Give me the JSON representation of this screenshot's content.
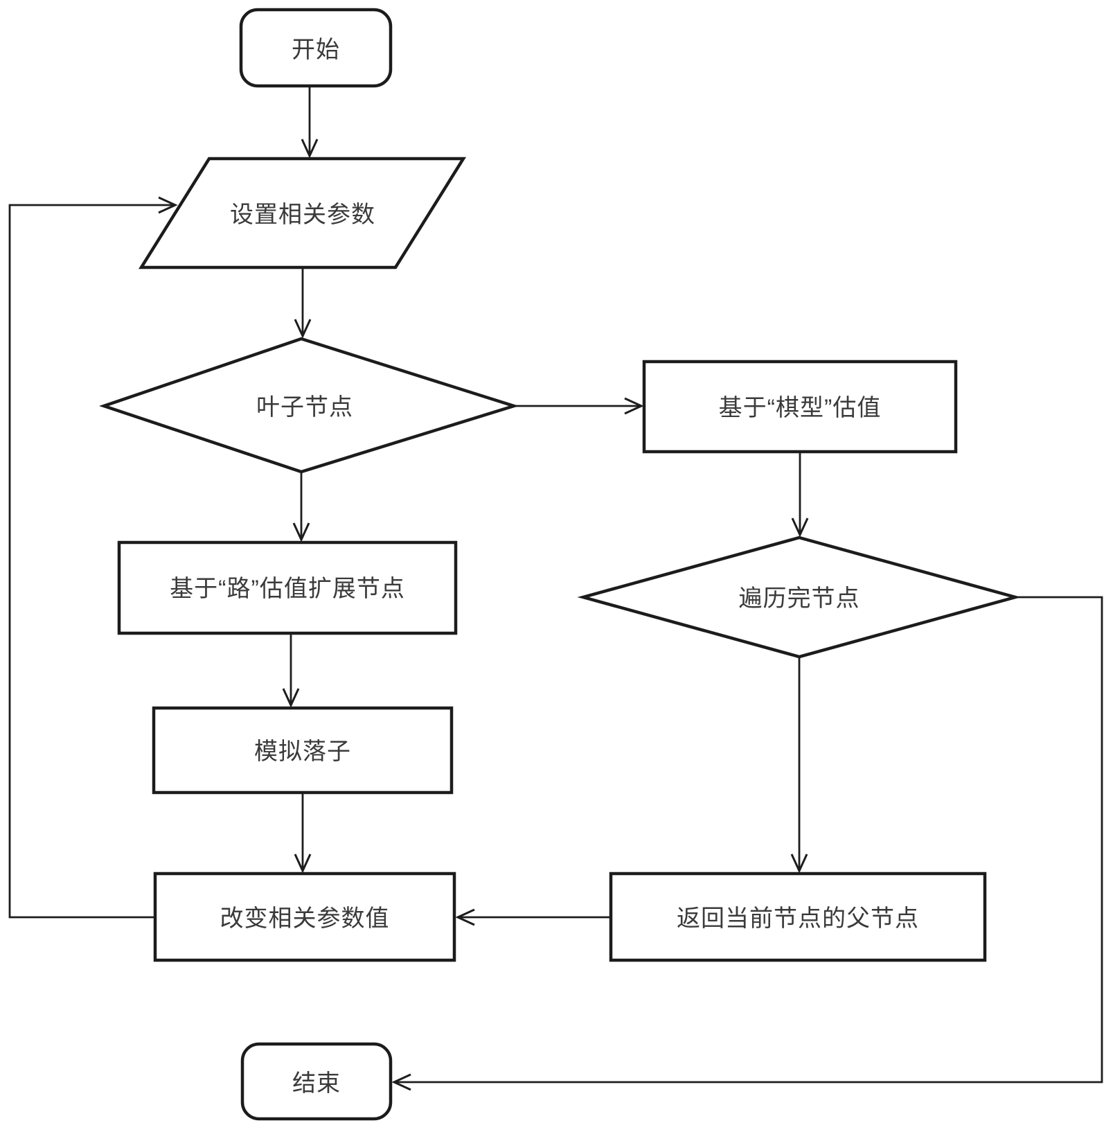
{
  "diagram": {
    "type": "flowchart",
    "colors": {
      "background": "#ffffff",
      "stroke": "#1c1c1c",
      "text": "#3a3a3a"
    },
    "nodes": {
      "start": {
        "label": "开始",
        "shape": "rounded-rectangle"
      },
      "set_params": {
        "label": "设置相关参数",
        "shape": "parallelogram"
      },
      "leaf_node": {
        "label": "叶子节点",
        "shape": "diamond"
      },
      "pattern_eval": {
        "label": "基于“棋型”估值",
        "shape": "rectangle"
      },
      "road_expand": {
        "label": "基于“路”估值扩展节点",
        "shape": "rectangle"
      },
      "traverse_done": {
        "label": "遍历完节点",
        "shape": "diamond"
      },
      "simulate_move": {
        "label": "模拟落子",
        "shape": "rectangle"
      },
      "change_params": {
        "label": "改变相关参数值",
        "shape": "rectangle"
      },
      "return_parent": {
        "label": "返回当前节点的父节点",
        "shape": "rectangle"
      },
      "end": {
        "label": "结束",
        "shape": "rounded-rectangle"
      }
    },
    "edges": [
      {
        "from": "start",
        "to": "set_params",
        "route": "straight-down"
      },
      {
        "from": "set_params",
        "to": "leaf_node",
        "route": "straight-down"
      },
      {
        "from": "leaf_node",
        "to": "pattern_eval",
        "route": "right"
      },
      {
        "from": "leaf_node",
        "to": "road_expand",
        "route": "straight-down"
      },
      {
        "from": "pattern_eval",
        "to": "traverse_done",
        "route": "straight-down"
      },
      {
        "from": "road_expand",
        "to": "simulate_move",
        "route": "straight-down"
      },
      {
        "from": "simulate_move",
        "to": "change_params",
        "route": "straight-down"
      },
      {
        "from": "traverse_done",
        "to": "return_parent",
        "route": "straight-down"
      },
      {
        "from": "return_parent",
        "to": "change_params",
        "route": "left"
      },
      {
        "from": "change_params",
        "to": "set_params",
        "route": "left-feedback-loop"
      },
      {
        "from": "traverse_done",
        "to": "end",
        "route": "right-feedback-loop"
      }
    ]
  }
}
